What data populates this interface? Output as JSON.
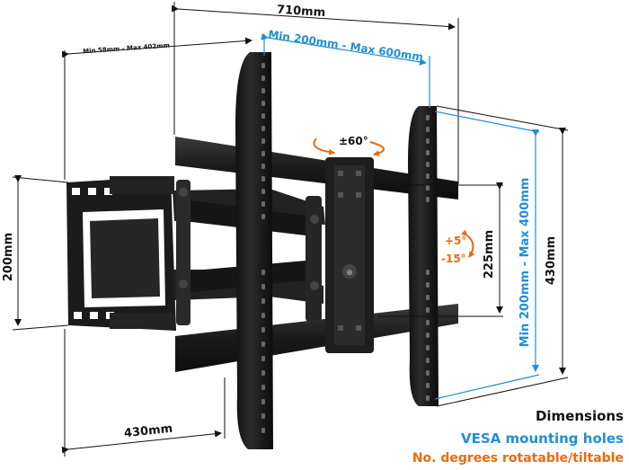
{
  "colors": {
    "dimension": "#111111",
    "vesa": "#1f8fd6",
    "rotation": "#ea6a0c",
    "metal": "#1c1c1c"
  },
  "labels": {
    "width_total": "710mm",
    "depth_range": "Min 58mm - Max 402mm",
    "vesa_horizontal": "Min 200mm - Max 600mm",
    "swivel": "±60°",
    "tilt_up": "+5°",
    "tilt_down": "-15°",
    "height_225": "225mm",
    "vesa_vertical": "Min 200mm - Max 400mm",
    "height_430": "430mm",
    "height_200": "200mm",
    "arm_430": "430mm"
  },
  "legend": {
    "dimensions": "Dimensions",
    "vesa": "VESA mounting holes",
    "rotation": "No. degrees rotatable/tiltable"
  },
  "icons": [
    "rotate-arrow-icon",
    "tilt-arrow-icon"
  ]
}
